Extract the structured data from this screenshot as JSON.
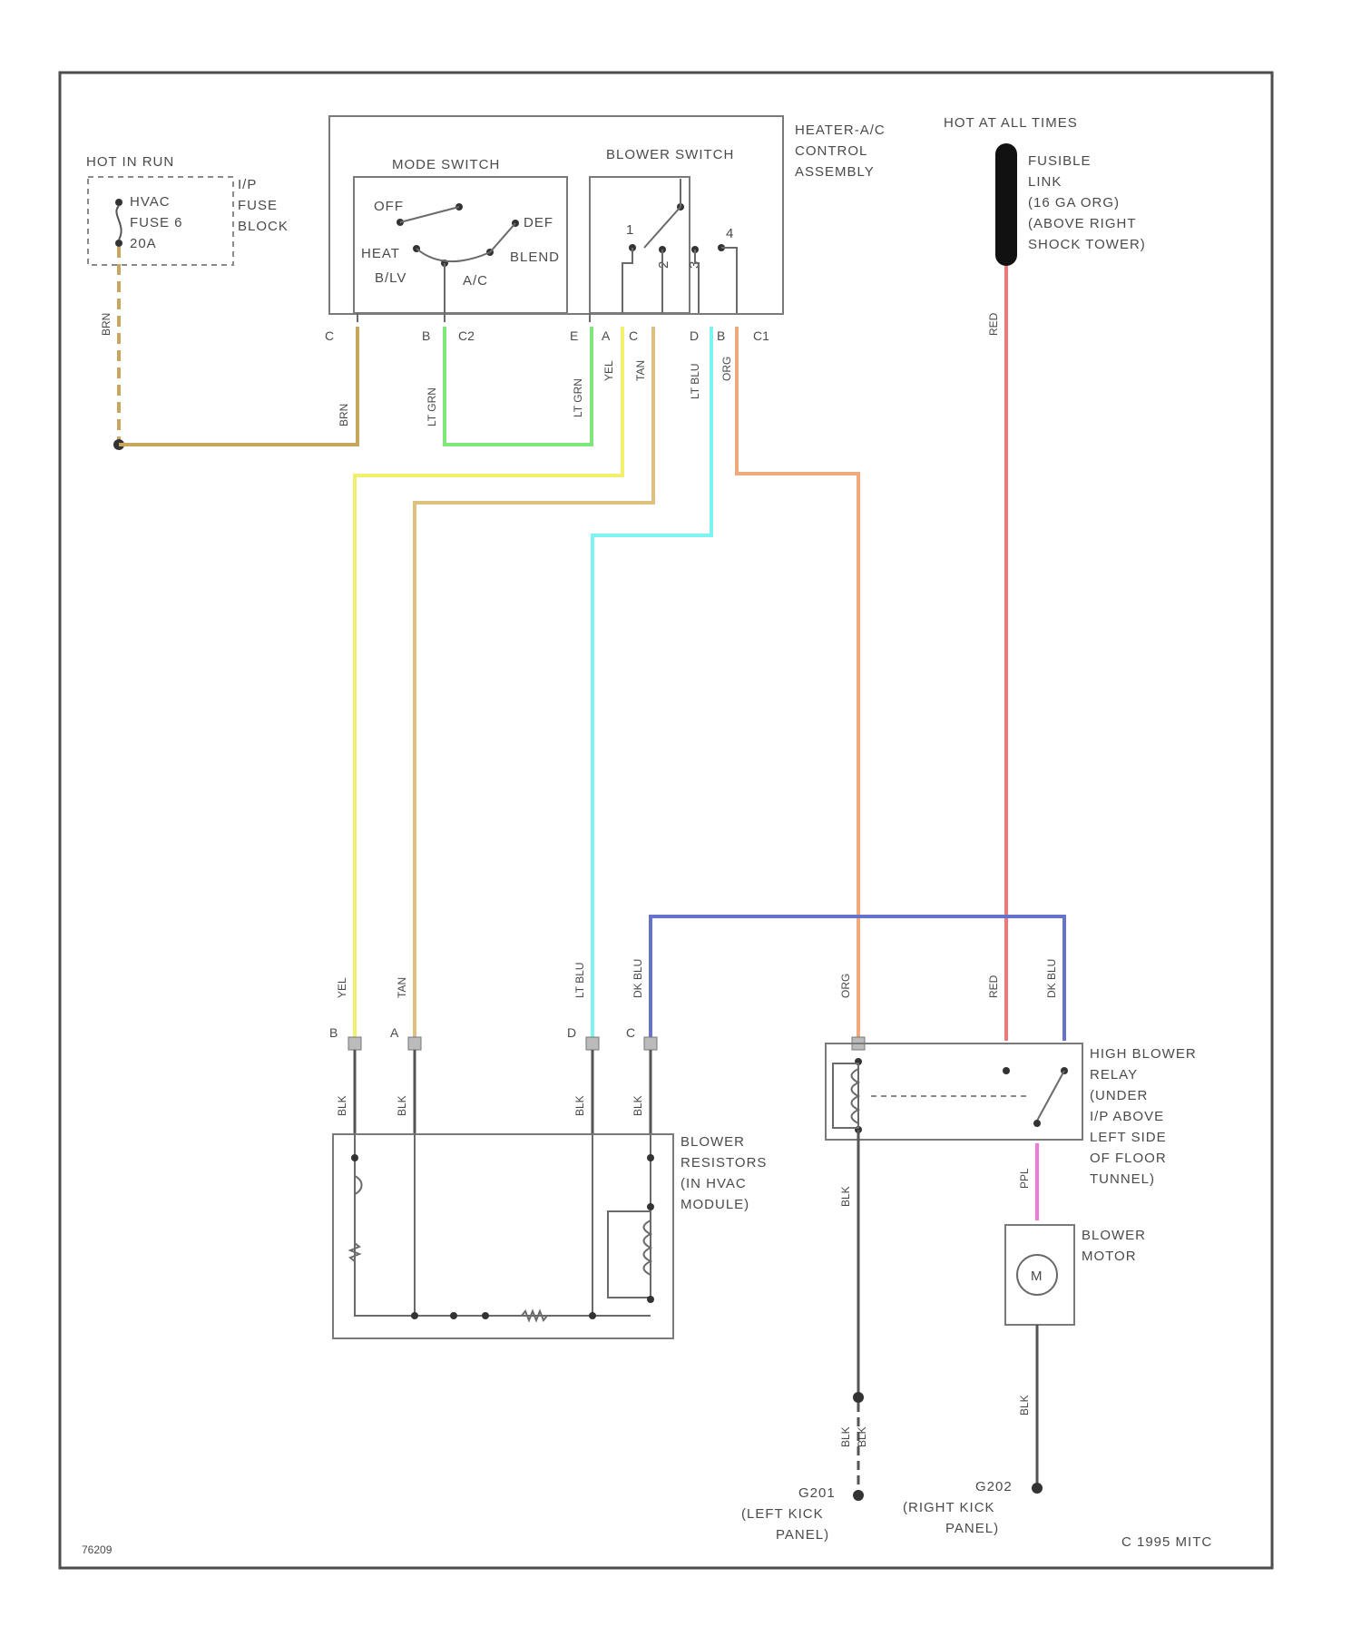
{
  "diagram": {
    "fuse_block": {
      "header": "HOT IN RUN",
      "lines": [
        "HVAC",
        "FUSE 6",
        "20A"
      ],
      "side_label": [
        "I/P",
        "FUSE",
        "BLOCK"
      ]
    },
    "control_assembly": {
      "label": [
        "HEATER-A/C",
        "CONTROL",
        "ASSEMBLY"
      ],
      "mode_switch": {
        "title": "MODE SWITCH",
        "positions": [
          "OFF",
          "DEF",
          "HEAT",
          "BLEND",
          "B/LV",
          "A/C"
        ]
      },
      "blower_switch": {
        "title": "BLOWER SWITCH",
        "positions": [
          "1",
          "2",
          "3",
          "4"
        ]
      },
      "pins": [
        "C",
        "B",
        "C2",
        "E",
        "A",
        "C",
        "D",
        "B",
        "C1"
      ]
    },
    "fusible_link": {
      "header": "HOT AT ALL TIMES",
      "lines": [
        "FUSIBLE",
        "LINK",
        "(16 GA ORG)",
        "(ABOVE RIGHT",
        "SHOCK TOWER)"
      ]
    },
    "wires": {
      "fuse_out": "BRN",
      "to_c": "BRN",
      "green_left": "LT GRN",
      "green_right": "LT GRN",
      "yel": "YEL",
      "tan": "TAN",
      "lt_blu": "LT BLU",
      "org": "ORG",
      "red": "RED"
    },
    "resistor_pins": {
      "pins": [
        "B",
        "A",
        "D",
        "C"
      ],
      "wire_labels": [
        "YEL",
        "TAN",
        "LT BLU",
        "DK BLU"
      ],
      "lower_labels": [
        "BLK",
        "BLK",
        "BLK",
        "BLK"
      ]
    },
    "relay_wires": [
      "ORG",
      "RED",
      "DK BLU"
    ],
    "blower_resistors": [
      "BLOWER",
      "RESISTORS",
      "(IN HVAC",
      "MODULE)"
    ],
    "high_blower_relay": [
      "HIGH BLOWER",
      "RELAY",
      "(UNDER",
      "I/P ABOVE",
      "LEFT SIDE",
      "OF FLOOR",
      "TUNNEL)"
    ],
    "relay_out_wire": "BLK",
    "motor_feed_wire": "PPL",
    "blower_motor": {
      "label": [
        "BLOWER",
        "MOTOR"
      ],
      "symbol": "M"
    },
    "ground_left": {
      "wire1": "BLK",
      "wire2": "BLK",
      "label": [
        "G201",
        "(LEFT KICK",
        "PANEL)"
      ]
    },
    "ground_right": {
      "wire": "BLK",
      "label": [
        "G202",
        "(RIGHT KICK",
        "PANEL)"
      ]
    },
    "footer_left": "76209",
    "footer_right": "C 1995 MITC"
  },
  "colors": {
    "yellow": "#f2ef6a",
    "tan": "#e0c07e",
    "lt_green": "#7fe67a",
    "lt_blue": "#7df3f3",
    "dk_blue": "#6672cc",
    "orange": "#f0a97a",
    "red": "#f07878",
    "purple": "#f07ad9",
    "brown": "#c9a65e"
  }
}
